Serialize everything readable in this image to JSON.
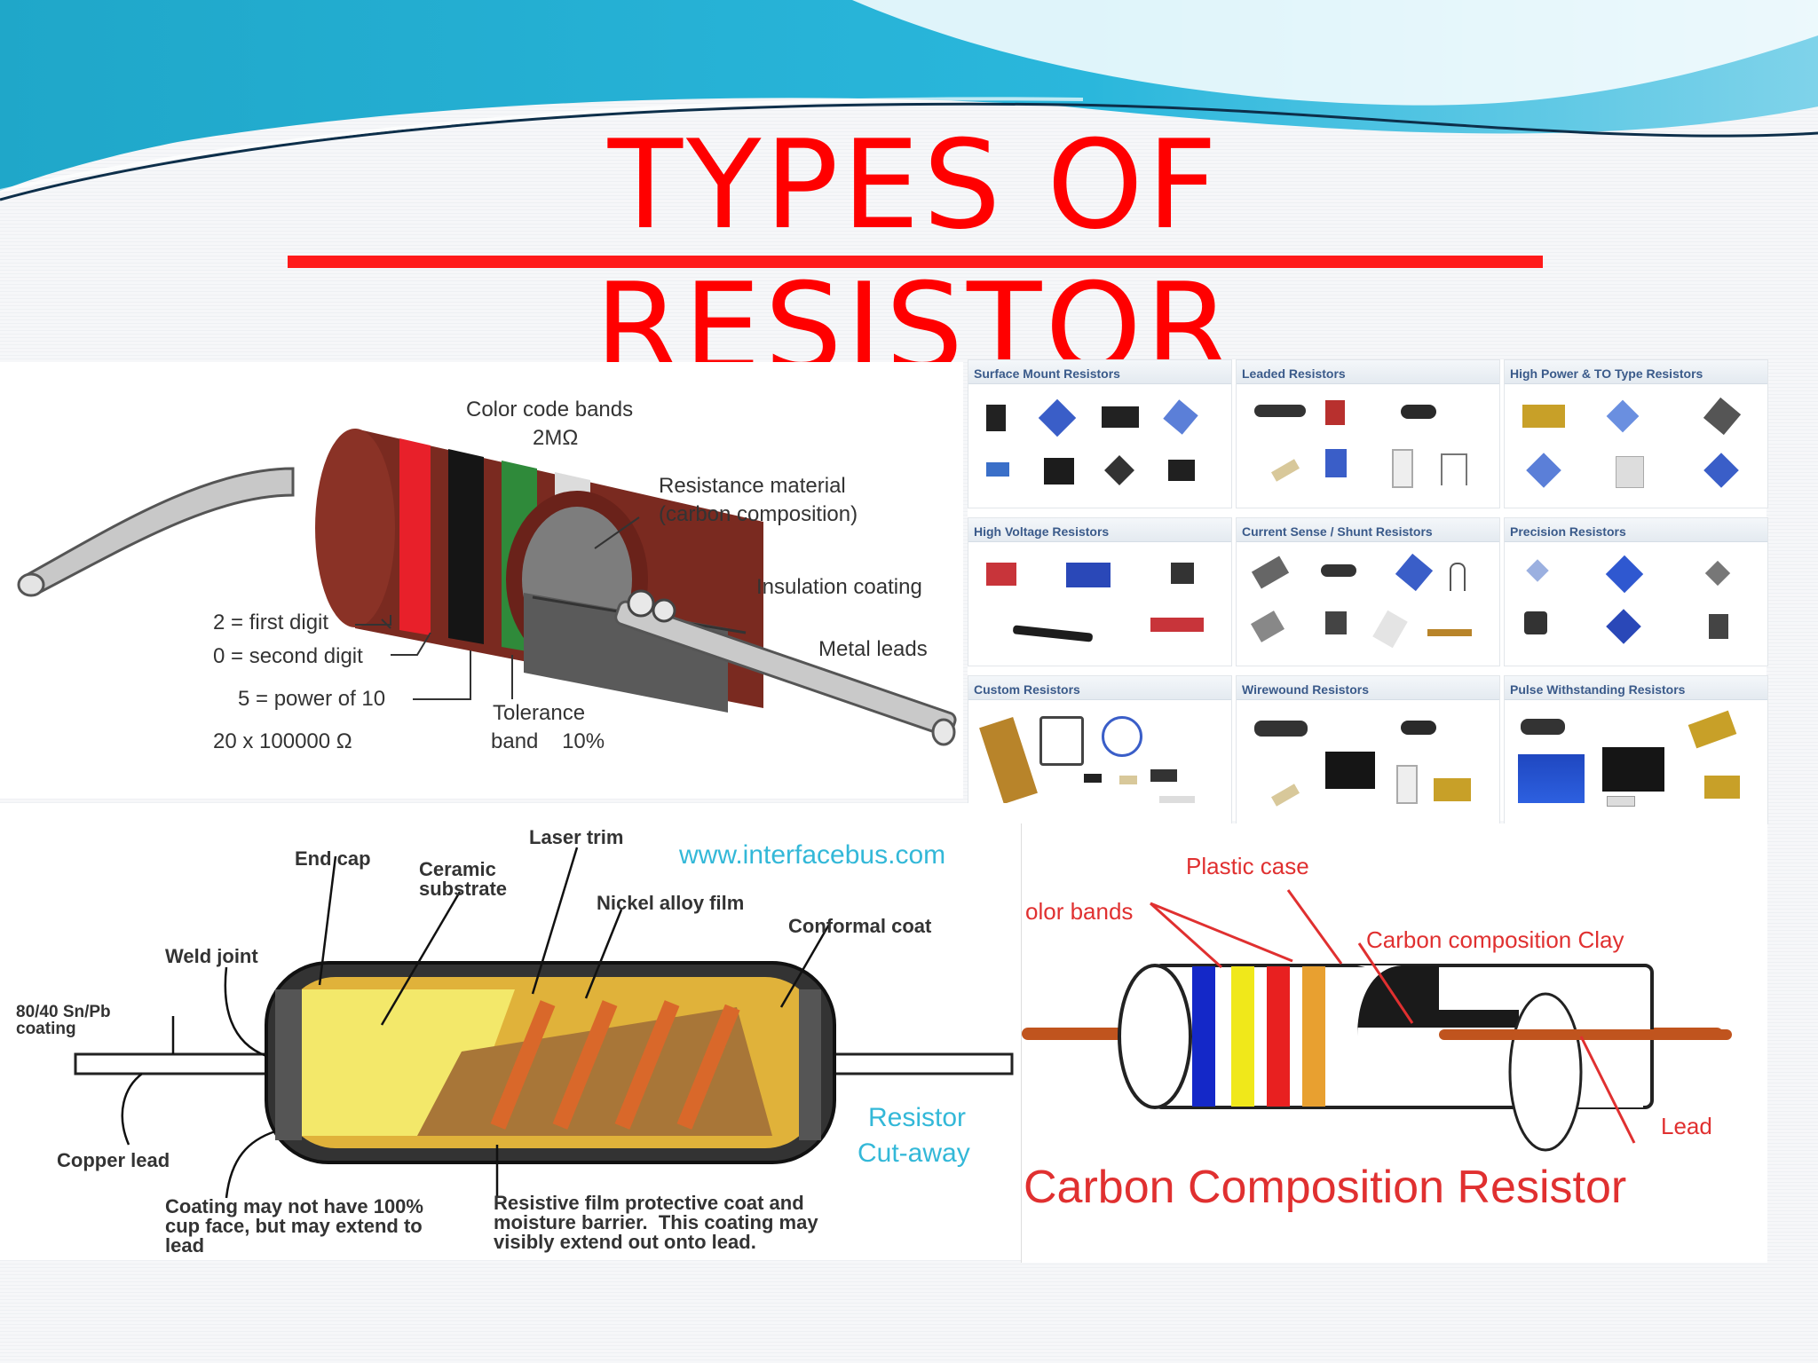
{
  "slide": {
    "title": "TYPES OF RESISTOR"
  },
  "carbon_diagram": {
    "labels": {
      "color_code_bands": "Color code bands",
      "value_2m": "2MΩ",
      "resistance_material": "Resistance material",
      "carbon_composition_paren": "(carbon composition)",
      "insulation_coating": "Insulation coating",
      "metal_leads": "Metal leads",
      "first_digit": "2 = first digit",
      "second_digit": "0 = second digit",
      "power_of_10": "5 = power of 10",
      "calc": "20 x 100000 Ω",
      "tolerance": "Tolerance",
      "band_10": "band    10%"
    },
    "colors": {
      "body": "#7a2a20",
      "band_red": "#e8202a",
      "band_black": "#151515",
      "band_green": "#2f8a3a",
      "band_silver": "#dcdcdc"
    }
  },
  "resistor_grid": {
    "tiles": [
      {
        "label": "Surface Mount Resistors"
      },
      {
        "label": "Leaded Resistors"
      },
      {
        "label": "High Power & TO Type Resistors"
      },
      {
        "label": "High Voltage Resistors"
      },
      {
        "label": "Current Sense / Shunt Resistors"
      },
      {
        "label": "Precision Resistors"
      },
      {
        "label": "Custom Resistors"
      },
      {
        "label": "Wirewound Resistors"
      },
      {
        "label": "Pulse Withstanding Resistors"
      }
    ]
  },
  "cutaway_diagram": {
    "labels": {
      "website": "www.interfacebus.com",
      "end_cap": "End cap",
      "ceramic": "Ceramic",
      "substrate": "substrate",
      "laser_trim": "Laser trim",
      "nickel_film": "Nickel alloy film",
      "conformal_coat": "Conformal coat",
      "weld_joint": "Weld joint",
      "snpb_1": "80/40  Sn/Pb",
      "snpb_2": "coating",
      "copper_lead": "Copper lead",
      "resistor": "Resistor",
      "cutaway": "Cut-away",
      "coating_note_1": "Coating may not have 100%",
      "coating_note_2": "cup face, but may extend to",
      "coating_note_3": "lead",
      "film_note_1": "Resistive film protective coat and",
      "film_note_2": "moisture barrier.  This coating may",
      "film_note_3": "visibly extend out onto lead."
    }
  },
  "composition_diagram": {
    "labels": {
      "plastic_case": "Plastic case",
      "color_bands": "olor bands",
      "carbon_clay": "Carbon composition Clay",
      "lead": "Lead",
      "caption": "Carbon Composition Resistor"
    },
    "colors": {
      "band1": "#1428c8",
      "band2": "#f0e81a",
      "band3": "#e82020",
      "band4": "#e8a030",
      "accent": "#e03030"
    }
  }
}
